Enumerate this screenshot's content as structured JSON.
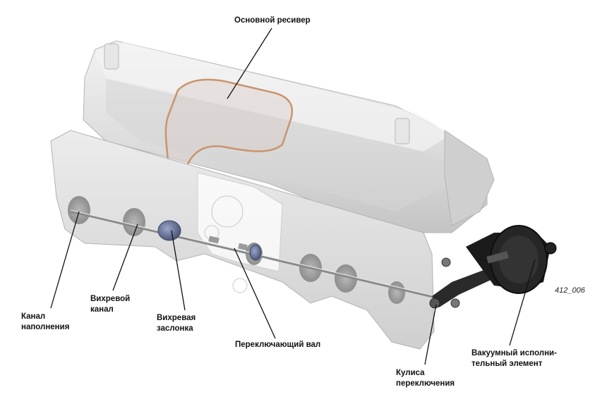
{
  "labels": {
    "main_plenum": "Основной ресивер",
    "fill_channel": [
      "Канал",
      "наполнения"
    ],
    "swirl_channel": [
      "Вихревой",
      "канал"
    ],
    "swirl_flap": [
      "Вихревая",
      "заслонка"
    ],
    "switch_shaft": "Переключающий вал",
    "switch_link": [
      "Кулиса",
      "переключения"
    ],
    "vacuum_actuator": [
      "Вакуумный исполни-",
      "тельный элемент"
    ]
  },
  "figure_number": "412_006",
  "colors": {
    "housing": "#e2e2e2",
    "housing_shade": "#c7c7c7",
    "plenum_outline": "#c8946e",
    "flap": "#6e7aa0",
    "actuator": "#1b1b1b",
    "leader": "#111111"
  }
}
